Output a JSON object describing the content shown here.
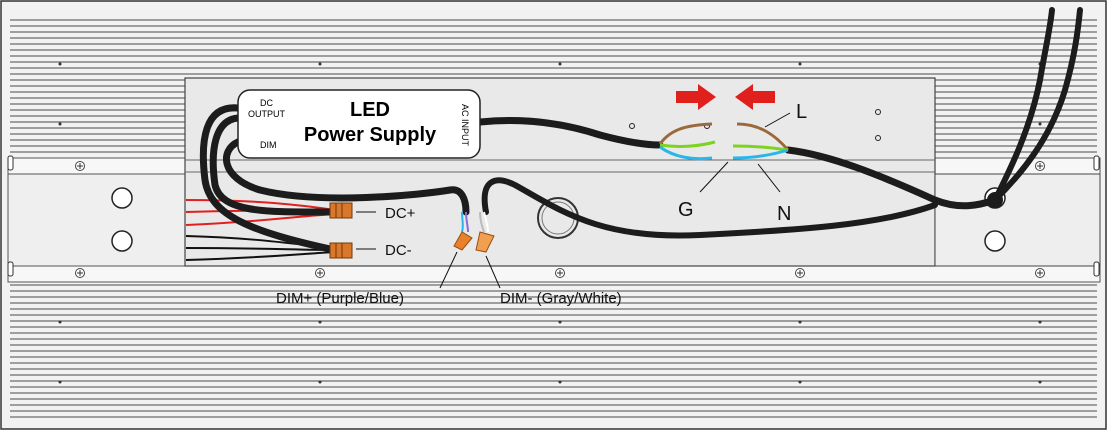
{
  "colors": {
    "frame": "#f2f2f2",
    "fin": "#4a4a4a",
    "plate": "#e9e9e9",
    "cable": "#1c1c1c",
    "red_wire": "#e02020",
    "brown_wire": "#9b6a3c",
    "green_wire": "#7ed321",
    "blue_wire": "#29b6e8",
    "purple_wire": "#8a6ad8",
    "connector": "#e8822a",
    "arrow": "#e0201c"
  },
  "power_supply": {
    "title_line1": "LED",
    "title_line2": "Power Supply",
    "dc_output_line1": "DC",
    "dc_output_line2": "OUTPUT",
    "dim": "DIM",
    "ac_input": "AC INPUT"
  },
  "labels": {
    "dc_plus": "DC+",
    "dc_minus": "DC-",
    "dim_plus": "DIM+ (Purple/Blue)",
    "dim_minus": "DIM- (Gray/White)",
    "live": "L",
    "ground": "G",
    "neutral": "N"
  },
  "icons": {
    "arrows": "red-arrow-icon",
    "bolts": "screw-icon"
  }
}
